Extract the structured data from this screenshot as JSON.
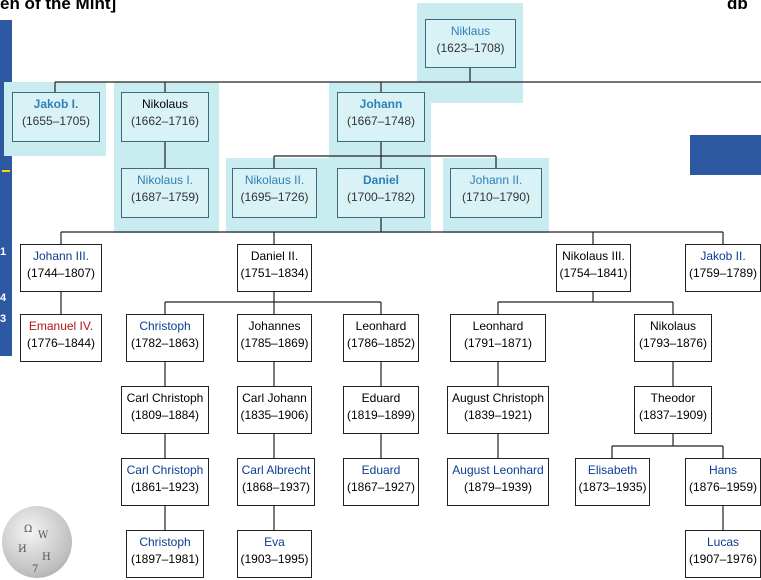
{
  "header": {
    "title_fragment": "en of the Mint]",
    "right_fragment": "db"
  },
  "left_panel_marks": [
    "1",
    "4",
    "3"
  ],
  "colors": {
    "highlight": "#c9ecf1",
    "panel_blue": "#2c59a2",
    "link_blue": "#0b3d91",
    "light_blue": "#2f7fb8",
    "red_link": "#b3151b"
  },
  "tree": {
    "niklaus_root": {
      "name": "Niklaus",
      "years": "(1623–1708)"
    },
    "jakob_i": {
      "name": "Jakob I.",
      "years": "(1655–1705)"
    },
    "nikolaus": {
      "name": "Nikolaus",
      "years": "(1662–1716)"
    },
    "johann": {
      "name": "Johann",
      "years": "(1667–1748)"
    },
    "nikolaus_i": {
      "name": "Nikolaus I.",
      "years": "(1687–1759)"
    },
    "nikolaus_ii": {
      "name": "Nikolaus II.",
      "years": "(1695–1726)"
    },
    "daniel": {
      "name": "Daniel",
      "years": "(1700–1782)"
    },
    "johann_ii": {
      "name": "Johann II.",
      "years": "(1710–1790)"
    },
    "johann_iii": {
      "name": "Johann III.",
      "years": "(1744–1807)"
    },
    "daniel_ii": {
      "name": "Daniel II.",
      "years": "(1751–1834)"
    },
    "nikolaus_iii": {
      "name": "Nikolaus III.",
      "years": "(1754–1841)"
    },
    "jakob_ii": {
      "name": "Jakob II.",
      "years": "(1759–1789)"
    },
    "emanuel_iv": {
      "name": "Emanuel IV.",
      "years": "(1776–1844)"
    },
    "christoph_1782": {
      "name": "Christoph",
      "years": "(1782–1863)"
    },
    "johannes": {
      "name": "Johannes",
      "years": "(1785–1869)"
    },
    "leonhard_1786": {
      "name": "Leonhard",
      "years": "(1786–1852)"
    },
    "leonhard_1791": {
      "name": "Leonhard",
      "years": "(1791–1871)"
    },
    "nikolaus_1793": {
      "name": "Nikolaus",
      "years": "(1793–1876)"
    },
    "carl_christoph_1809": {
      "name": "Carl Christoph",
      "years": "(1809–1884)"
    },
    "carl_johann": {
      "name": "Carl Johann",
      "years": "(1835–1906)"
    },
    "eduard_1819": {
      "name": "Eduard",
      "years": "(1819–1899)"
    },
    "august_christoph": {
      "name": "August Christoph",
      "years": "(1839–1921)"
    },
    "theodor": {
      "name": "Theodor",
      "years": "(1837–1909)"
    },
    "carl_christoph_1861": {
      "name": "Carl Christoph",
      "years": "(1861–1923)"
    },
    "carl_albrecht": {
      "name": "Carl Albrecht",
      "years": "(1868–1937)"
    },
    "eduard_1867": {
      "name": "Eduard",
      "years": "(1867–1927)"
    },
    "august_leonhard": {
      "name": "August Leonhard",
      "years": "(1879–1939)"
    },
    "elisabeth": {
      "name": "Elisabeth",
      "years": "(1873–1935)"
    },
    "hans": {
      "name": "Hans",
      "years": "(1876–1959)"
    },
    "christoph_1897": {
      "name": "Christoph",
      "years": "(1897–1981)"
    },
    "eva": {
      "name": "Eva",
      "years": "(1903–1995)"
    },
    "lucas": {
      "name": "Lucas",
      "years": "(1907–1976)"
    }
  }
}
